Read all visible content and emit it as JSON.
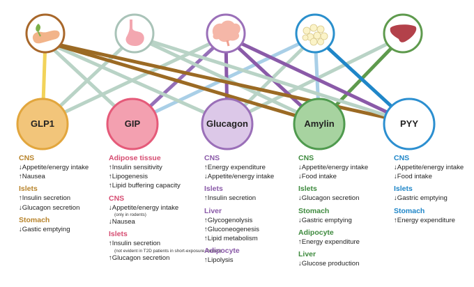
{
  "colors": {
    "glp1": "#e2a63d",
    "gip": "#e55a79",
    "glucagon": "#9a6fb8",
    "amylin": "#4f9a4e",
    "pyy": "#2c8fd0",
    "glp1_dark": "#9b6a24",
    "gip_dark": "#cc3d63",
    "glucagon_dark": "#8a5aa8",
    "amylin_dark": "#3e8a3e",
    "pyy_dark": "#1f86c8"
  },
  "organs": [
    {
      "name": "pancreas-icon"
    },
    {
      "name": "stomach-icon"
    },
    {
      "name": "brain-icon"
    },
    {
      "name": "adipose-icon"
    },
    {
      "name": "liver-icon"
    }
  ],
  "hormones": [
    {
      "key": "glp1",
      "label": "GLP1"
    },
    {
      "key": "gip",
      "label": "GIP"
    },
    {
      "key": "glucagon",
      "label": "Glucagon"
    },
    {
      "key": "amylin",
      "label": "Amylin"
    },
    {
      "key": "pyy",
      "label": "PYY"
    }
  ],
  "columns": [
    {
      "key": "glp1",
      "sections": [
        {
          "title": "CNS",
          "items": [
            {
              "text": "↓Appetite/energy intake"
            },
            {
              "text": "↑Nausea"
            }
          ]
        },
        {
          "title": "Islets",
          "items": [
            {
              "text": "↑Insulin secretion"
            },
            {
              "text": "↓Glucagon secretion"
            }
          ]
        },
        {
          "title": "Stomach",
          "items": [
            {
              "text": "↓Gastic emptying"
            }
          ]
        }
      ]
    },
    {
      "key": "gip",
      "sections": [
        {
          "title": "Adipose tissue",
          "items": [
            {
              "text": "↑Insulin sensitivity"
            },
            {
              "text": "↑Lipogenesis"
            },
            {
              "text": "↑Lipid buffering capacity"
            }
          ]
        },
        {
          "title": "CNS",
          "items": [
            {
              "text": "↓Appetite/energy intake",
              "note": "(only in rodents)"
            },
            {
              "text": "↓Nausea"
            }
          ]
        },
        {
          "title": "Islets",
          "items": [
            {
              "text": "↑Insulin secretion",
              "note": "(not evident in T2D patients in short-exposure studies)"
            },
            {
              "text": "↑Glucagon secretion"
            }
          ]
        }
      ]
    },
    {
      "key": "glucagon",
      "sections": [
        {
          "title": "CNS",
          "items": [
            {
              "text": "↑Energy expenditure"
            },
            {
              "text": "↓Appetite/energy intake"
            }
          ]
        },
        {
          "title": "Islets",
          "items": [
            {
              "text": "↑Insulin secretion"
            }
          ]
        },
        {
          "title": "Liver",
          "items": [
            {
              "text": "↑Glycogenolysis"
            },
            {
              "text": "↑Gluconeogenesis"
            },
            {
              "text": "↑Lipid metabolism"
            }
          ]
        },
        {
          "title": "Adipocyte",
          "items": [
            {
              "text": "↑Lipolysis"
            }
          ]
        }
      ]
    },
    {
      "key": "amylin",
      "sections": [
        {
          "title": "CNS",
          "items": [
            {
              "text": "↓Appetite/energy intake"
            },
            {
              "text": "↓Food intake"
            }
          ]
        },
        {
          "title": "Islets",
          "items": [
            {
              "text": "↓Glucagon secretion"
            }
          ]
        },
        {
          "title": "Stomach",
          "items": [
            {
              "text": "↓Gastric emptying"
            }
          ]
        },
        {
          "title": "Adipocyte",
          "items": [
            {
              "text": "↑Energy expenditure"
            }
          ]
        },
        {
          "title": "Liver",
          "items": [
            {
              "text": "↓Glucose production"
            }
          ]
        }
      ]
    },
    {
      "key": "pyy",
      "sections": [
        {
          "title": "CNS",
          "items": [
            {
              "text": "↓Appetite/energy intake"
            },
            {
              "text": "↓Food intake"
            }
          ]
        },
        {
          "title": "Islets",
          "items": [
            {
              "text": "↓Gastric emptying"
            }
          ]
        },
        {
          "title": "Stomach",
          "items": [
            {
              "text": "↑Energy expenditure"
            }
          ]
        }
      ]
    }
  ]
}
